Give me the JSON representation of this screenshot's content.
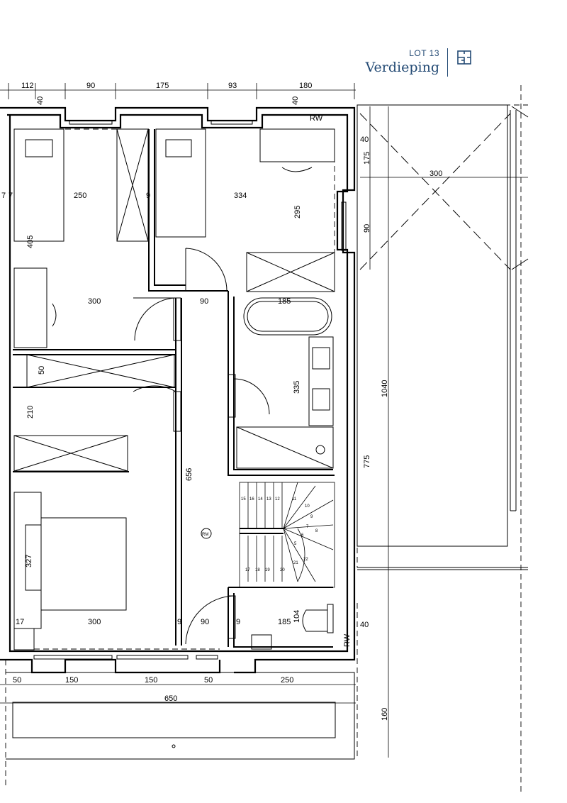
{
  "header": {
    "lot": "LOT 13",
    "title": "Verdieping",
    "icon": "floorplan-icon"
  },
  "dims": {
    "top": [
      "112",
      "90",
      "175",
      "93",
      "180"
    ],
    "top40a": "40",
    "top40b": "40",
    "room_left_w": "250",
    "room_right_w": "334",
    "room_left_h": "405",
    "room_right_h": "295",
    "room_mid_w": "300",
    "hall_door": "90",
    "bath_w": "185",
    "left_50": "50",
    "left_210": "210",
    "bath_h": "335",
    "hall_len": "656",
    "bed_h": "327",
    "bed_w": "300",
    "door_bot": "90",
    "wc_w": "185",
    "wc_h": "104",
    "edge_7": "7",
    "edge_7b": "7",
    "edge_9a": "9",
    "edge_9b": "9",
    "edge_9c": "9",
    "edge_17": "17",
    "right_40a": "40",
    "right_175": "175",
    "right_90": "90",
    "right_40b": "40",
    "right_1040": "1040",
    "right_775": "775",
    "right_160": "160",
    "terrace_300": "300",
    "bottom": [
      "50",
      "150",
      "150",
      "50",
      "250"
    ],
    "bottom_total": "650"
  },
  "labels": {
    "rw_top": "RW",
    "rw_bottom": "RW",
    "rm": "RM"
  },
  "stairs": [
    "15",
    "16",
    "14",
    "13",
    "12",
    "11",
    "10",
    "9",
    "8",
    "7",
    "6",
    "5",
    "17",
    "18",
    "19",
    "20",
    "21",
    "22"
  ]
}
